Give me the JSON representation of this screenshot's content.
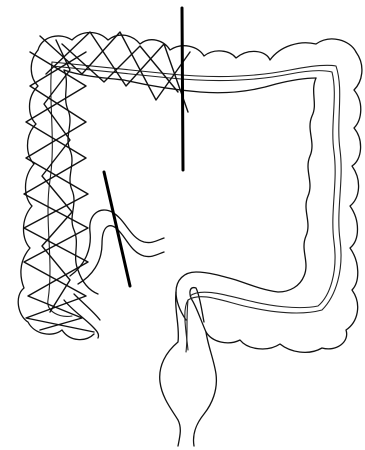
{
  "figure": {
    "stroke_color": "#111111",
    "background_color": "#ffffff",
    "icons": [
      "colon-outline-drawing",
      "cross-hatch-mesh",
      "transection-line"
    ]
  }
}
